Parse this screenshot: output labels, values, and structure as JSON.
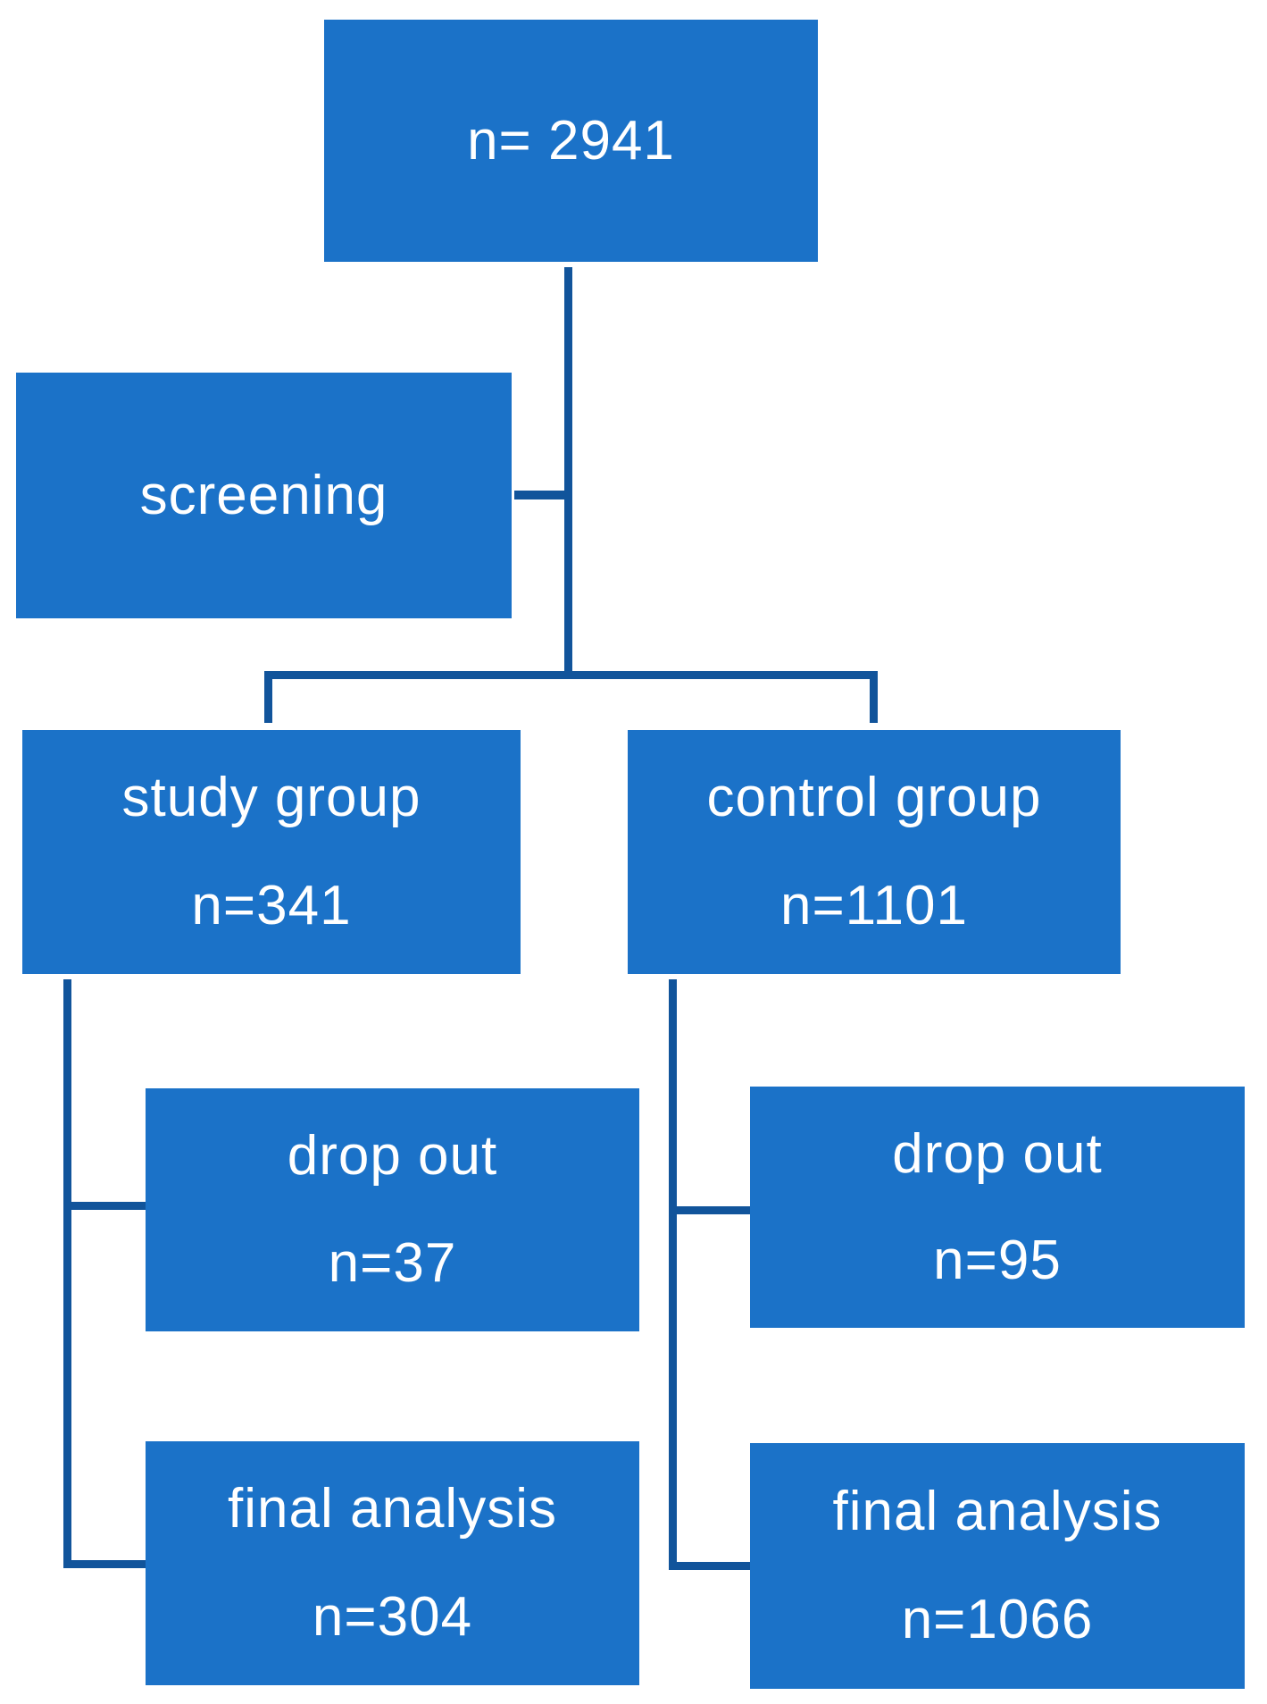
{
  "colors": {
    "box_fill": "#1B72C8",
    "connector": "#11549B",
    "text": "#FFFFFF",
    "background": "#FFFFFF"
  },
  "nodes": {
    "total": {
      "label": "n= 2941"
    },
    "screening": {
      "label": "screening"
    },
    "study_group": {
      "line1": "study group",
      "line2": "n=341"
    },
    "control_group": {
      "line1": "control group",
      "line2": "n=1101"
    },
    "dropout_study": {
      "line1": "drop out",
      "line2": "n=37"
    },
    "dropout_control": {
      "line1": "drop out",
      "line2": "n=95"
    },
    "final_study": {
      "line1": "final analysis",
      "line2": "n=304"
    },
    "final_control": {
      "line1": "final analysis",
      "line2": "n=1066"
    }
  }
}
